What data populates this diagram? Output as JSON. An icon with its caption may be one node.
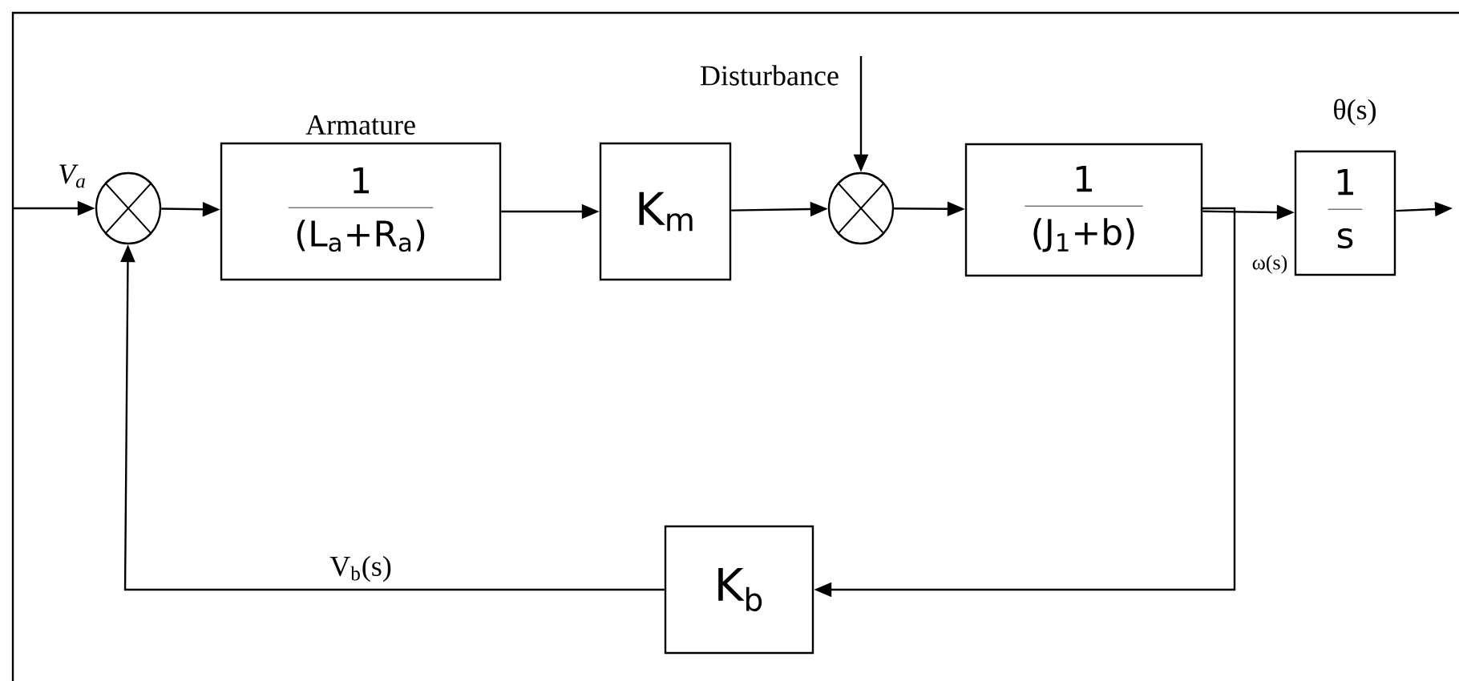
{
  "diagram": {
    "nodes": [
      {
        "text": [],
        "shape": "circle"
      },
      {
        "text": [
          "1",
          "(L$_{a}$+R$_{a}$)"
        ],
        "beside": [
          "Armature"
        ]
      },
      {
        "text": [
          "K$_{m}$"
        ]
      },
      {
        "text": [],
        "shape": "circle"
      },
      {
        "text": [
          "1",
          "(J$_{1}$+b)"
        ]
      },
      {
        "text": [
          "1",
          "s"
        ]
      },
      {
        "text": [
          "K$_{b}$"
        ]
      }
    ],
    "edges": [
      {
        "from": null,
        "to": 0,
        "arrow": "to",
        "label": "V$_{a}$"
      },
      {
        "from": 0,
        "to": 1,
        "arrow": "to"
      },
      {
        "from": 1,
        "to": 2,
        "arrow": "to"
      },
      {
        "from": 2,
        "to": 3,
        "arrow": "to"
      },
      {
        "from": null,
        "to": 3,
        "arrow": "to",
        "label": "Disturbance"
      },
      {
        "from": 3,
        "to": 4,
        "arrow": "to"
      },
      {
        "from": 4,
        "to": 5,
        "arrow": "to"
      },
      {
        "from": 5,
        "to": null,
        "arrow": "to"
      },
      {
        "from": 4,
        "to": 6,
        "arrow": "to"
      },
      {
        "from": 6,
        "to": 0,
        "arrow": "to",
        "label": "V$_{b}$(s)"
      }
    ],
    "labels": [
      "θ(s)",
      "ω(s)"
    ]
  }
}
